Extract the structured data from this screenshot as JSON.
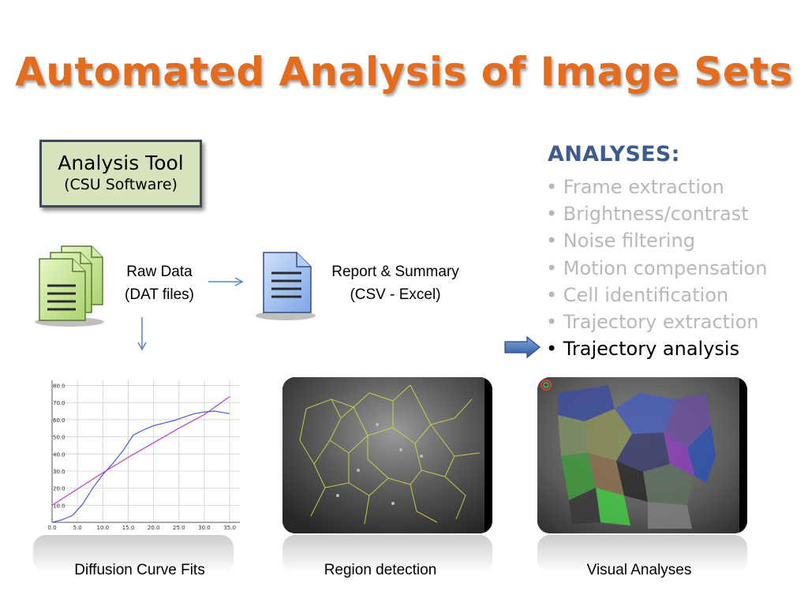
{
  "slide": {
    "title": "Automated Analysis of Image Sets",
    "accent_color": "#e36c1e",
    "heading_color": "#3d5b8d"
  },
  "tool": {
    "title": "Analysis Tool",
    "subtitle": "(CSU Software)"
  },
  "raw_data": {
    "line1": "Raw Data",
    "line2": "(DAT files)"
  },
  "report": {
    "line1": "Report & Summary",
    "line2": "(CSV - Excel)"
  },
  "analyses": {
    "heading": "ANALYSES:",
    "items": [
      "• Frame extraction",
      "• Brightness/contrast",
      "• Noise filtering",
      "• Motion compensation",
      "• Cell identification",
      "• Trajectory extraction",
      "• Trajectory analysis"
    ],
    "active_index": 6
  },
  "panels": {
    "diffusion_caption": "Diffusion Curve Fits",
    "region_caption": "Region detection",
    "visual_caption": "Visual Analyses"
  },
  "icons": {
    "raw_data": "document-stack-icon",
    "report": "document-icon",
    "arrow_right": "arrow-right-icon",
    "arrow_down": "arrow-down-icon",
    "pointer": "block-arrow-icon"
  },
  "chart_data": {
    "type": "line",
    "x_ticks": [
      "0.0",
      "5.0",
      "10.0",
      "15.0",
      "20.0",
      "25.0",
      "30.0",
      "35.0"
    ],
    "y_ticks": [
      "10.0",
      "20.0",
      "30.0",
      "40.0",
      "50.0",
      "60.0",
      "70.0",
      "80.0"
    ],
    "xlim": [
      0,
      37
    ],
    "ylim": [
      0,
      83
    ],
    "grid": true,
    "series": [
      {
        "color": "#4d5bd6",
        "x": [
          0,
          2,
          4,
          6,
          8,
          10,
          12,
          14,
          16,
          18,
          20,
          22,
          24,
          26,
          28,
          30,
          32,
          34,
          35
        ],
        "y": [
          0,
          1.5,
          4,
          10.5,
          20,
          28,
          34.5,
          42,
          51,
          54,
          56.5,
          58,
          59.5,
          61.5,
          63.5,
          64.5,
          65,
          64,
          63.5
        ]
      },
      {
        "color": "#c23ec2",
        "x": [
          0,
          5,
          10,
          15,
          20,
          25,
          30,
          35
        ],
        "y": [
          10,
          19.5,
          29,
          38,
          46.5,
          55,
          63,
          73.5
        ]
      }
    ]
  }
}
